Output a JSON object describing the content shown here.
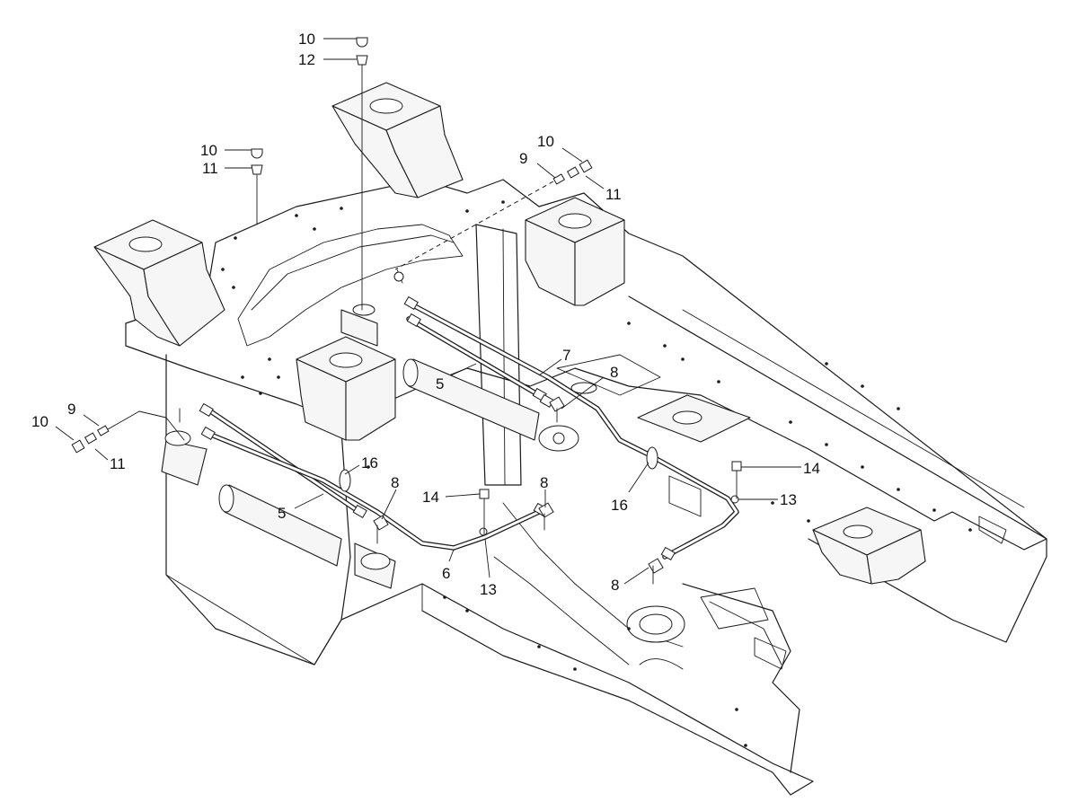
{
  "diagram": {
    "callouts": [
      {
        "id": "c10a",
        "text": "10"
      },
      {
        "id": "c12",
        "text": "12"
      },
      {
        "id": "c10b",
        "text": "10"
      },
      {
        "id": "c11a",
        "text": "11"
      },
      {
        "id": "c10c",
        "text": "10"
      },
      {
        "id": "c9a",
        "text": "9"
      },
      {
        "id": "c11b",
        "text": "11"
      },
      {
        "id": "c7",
        "text": "7"
      },
      {
        "id": "c5a",
        "text": "5"
      },
      {
        "id": "c8a",
        "text": "8"
      },
      {
        "id": "c9b",
        "text": "9"
      },
      {
        "id": "c10d",
        "text": "10"
      },
      {
        "id": "c11c",
        "text": "11"
      },
      {
        "id": "c16a",
        "text": "16"
      },
      {
        "id": "c8b",
        "text": "8"
      },
      {
        "id": "c5b",
        "text": "5"
      },
      {
        "id": "c14a",
        "text": "14"
      },
      {
        "id": "c8c",
        "text": "8"
      },
      {
        "id": "c6",
        "text": "6"
      },
      {
        "id": "c13a",
        "text": "13"
      },
      {
        "id": "c14b",
        "text": "14"
      },
      {
        "id": "c13b",
        "text": "13"
      },
      {
        "id": "c16b",
        "text": "16"
      },
      {
        "id": "c8d",
        "text": "8"
      }
    ]
  }
}
